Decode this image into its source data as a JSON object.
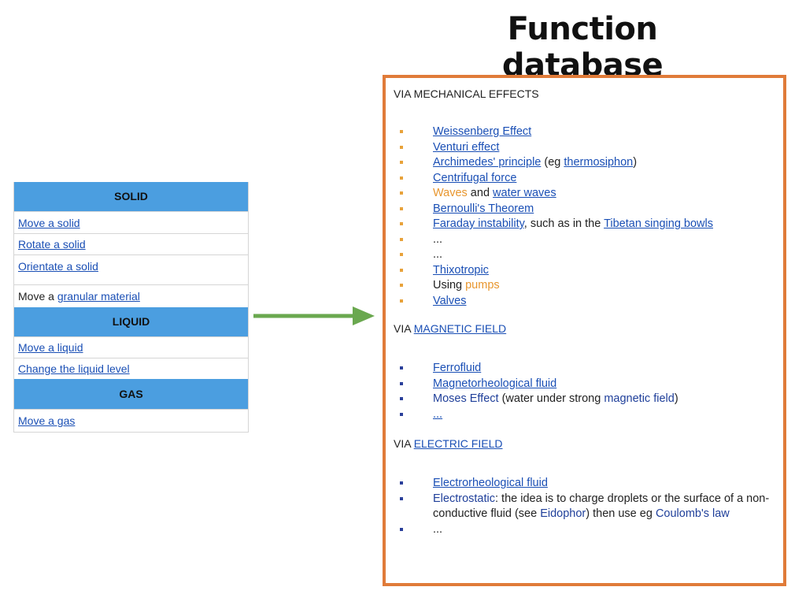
{
  "title": "Function database",
  "left_table": {
    "solid_header": "SOLID",
    "solid_items": [
      "Move a solid",
      "Rotate a solid",
      "Orientate a solid"
    ],
    "granular_prefix": "Move a ",
    "granular_link": "granular material",
    "liquid_header": "LIQUID",
    "liquid_items": [
      "Move a liquid",
      "Change the liquid level"
    ],
    "gas_header": "GAS",
    "gas_items": [
      "Move a gas"
    ]
  },
  "arrow_color": "#6aa84f",
  "box_border_color": "#e07b39",
  "sections": {
    "mechanical": {
      "title": "VIA MECHANICAL EFFECTS",
      "items": {
        "weissenberg": "Weissenberg Effect",
        "venturi": "Venturi effect",
        "archimedes": "Archimedes' principle",
        "archimedes_mid": " (eg ",
        "thermosiphon": "thermosiphon",
        "archimedes_end": ")",
        "centrifugal": "Centrifugal force",
        "waves": "Waves",
        "waves_mid": " and ",
        "water_waves": "water waves",
        "bernoulli": "Bernoulli's Theorem",
        "faraday": "Faraday instability",
        "faraday_mid": ", such as in the ",
        "tibetan": "Tibetan singing bowls",
        "ellipsis1": "...",
        "ellipsis2": "...",
        "thixotropic": "Thixotropic",
        "using": "Using ",
        "pumps": "pumps",
        "valves": "Valves"
      }
    },
    "magnetic": {
      "prefix": "VIA ",
      "link": "MAGNETIC FIELD",
      "items": {
        "ferrofluid": "Ferrofluid",
        "magnetorheological": "Magnetorheological fluid",
        "moses": "Moses Effect",
        "moses_mid": " (water under strong ",
        "magnetic_field": "magnetic field",
        "moses_end": ")",
        "more": "..."
      }
    },
    "electric": {
      "prefix": "VIA ",
      "link": "ELECTRIC FIELD",
      "items": {
        "electrorheological": "Electrorheological fluid",
        "electrostatic": "Electrostatic",
        "electrostatic_mid": ": the idea is to charge droplets or the surface of a non-conductive fluid (see ",
        "eidophor": "Eidophor",
        "electrostatic_mid2": ") then use eg ",
        "coulomb": "Coulomb's law",
        "more": "..."
      }
    }
  }
}
